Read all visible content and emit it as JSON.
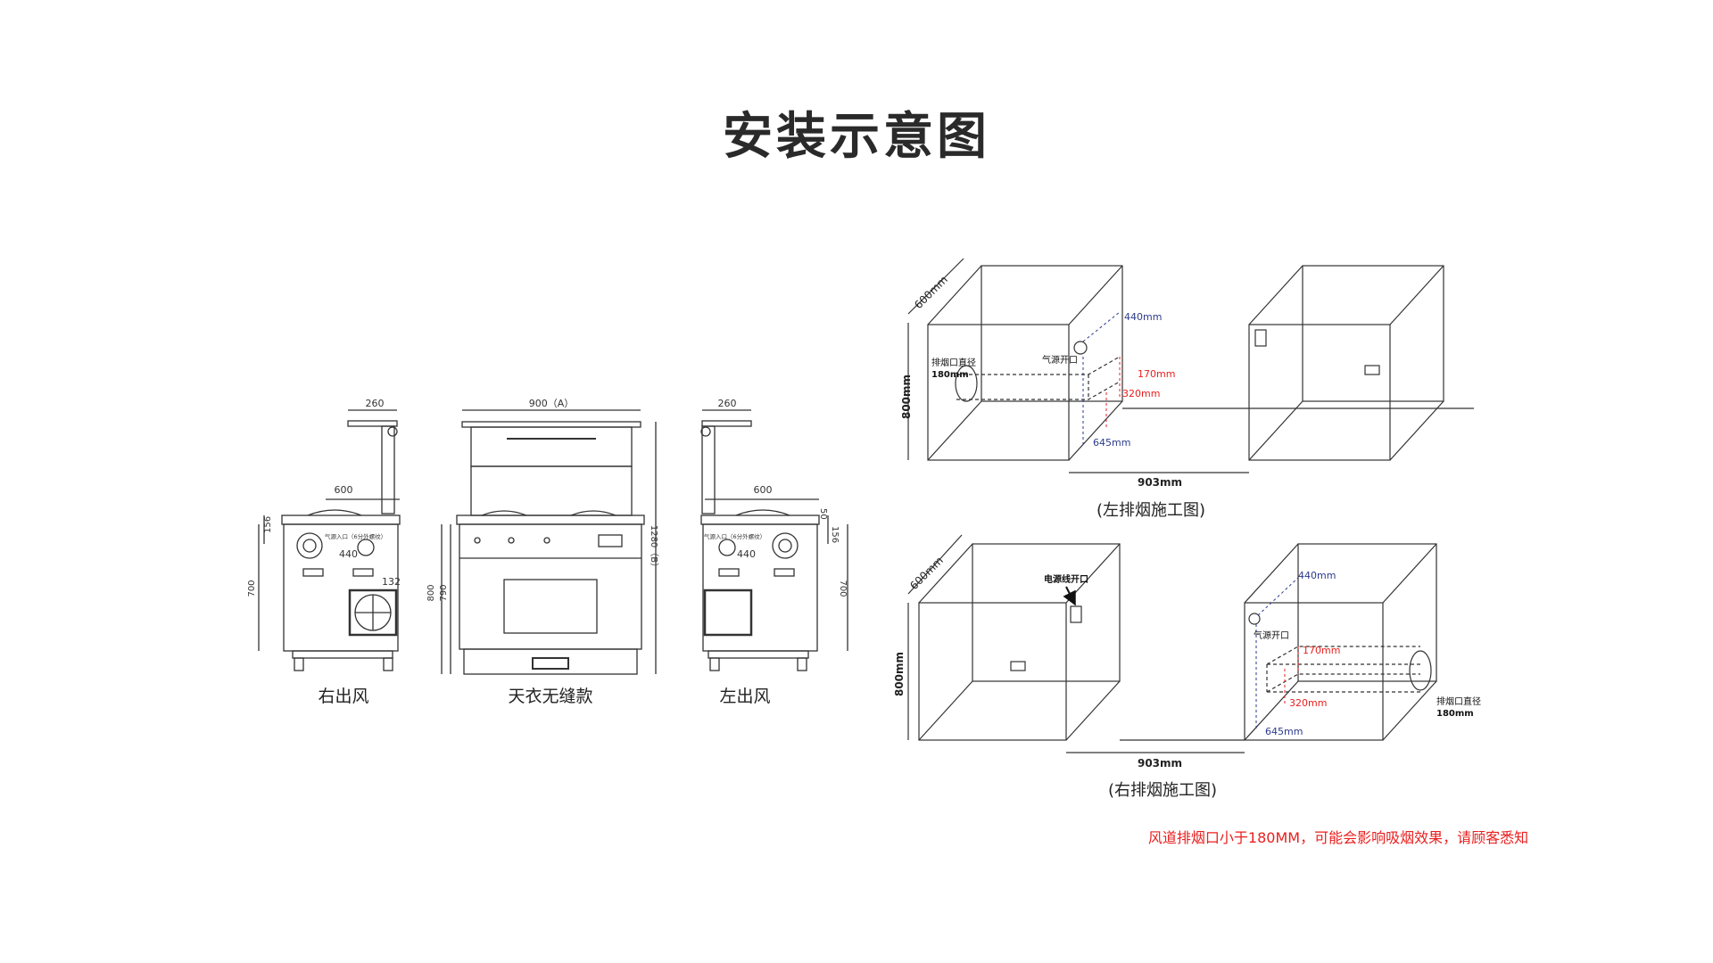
{
  "page": {
    "title": "安装示意图",
    "warning": "风道排烟口小于180MM，可能会影响吸烟效果，请顾客悉知"
  },
  "left_views": {
    "right_outlet": {
      "caption": "右出风",
      "dim_top": "260",
      "dim_width": "600",
      "dim_156": "156",
      "dim_700": "700",
      "dim_440": "440",
      "dim_132": "132",
      "gas_label": "气源入口（6分外螺纹）"
    },
    "front": {
      "caption": "天衣无缝款",
      "dim_top": "900（A）",
      "dim_800": "800",
      "dim_790": "790",
      "dim_1280": "1280（B）"
    },
    "left_outlet": {
      "caption": "左出风",
      "dim_top": "260",
      "dim_width": "600",
      "dim_50": "50",
      "dim_156": "156",
      "dim_700": "700",
      "dim_440": "440",
      "gas_label": "气源入口（6分外螺纹）"
    }
  },
  "diagram_left_exhaust": {
    "caption": "(左排烟施工图)",
    "depth": "600mm",
    "height": "800mm",
    "exhaust_label_1": "排烟口直径",
    "exhaust_label_2": "180mm",
    "gas_opening": "气源开口",
    "d440": "440mm",
    "d170": "170mm",
    "d320": "320mm",
    "d645": "645mm",
    "d903": "903mm"
  },
  "diagram_right_exhaust": {
    "caption": "(右排烟施工图)",
    "depth": "600mm",
    "height": "800mm",
    "power_opening": "电源线开口",
    "gas_opening": "气源开口",
    "exhaust_label_1": "排烟口直径",
    "exhaust_label_2": "180mm",
    "d440": "440mm",
    "d170": "170mm",
    "d320": "320mm",
    "d645": "645mm",
    "d903": "903mm"
  },
  "colors": {
    "line": "#333333",
    "blue": "#2b3a8c",
    "red": "#e8201f"
  }
}
